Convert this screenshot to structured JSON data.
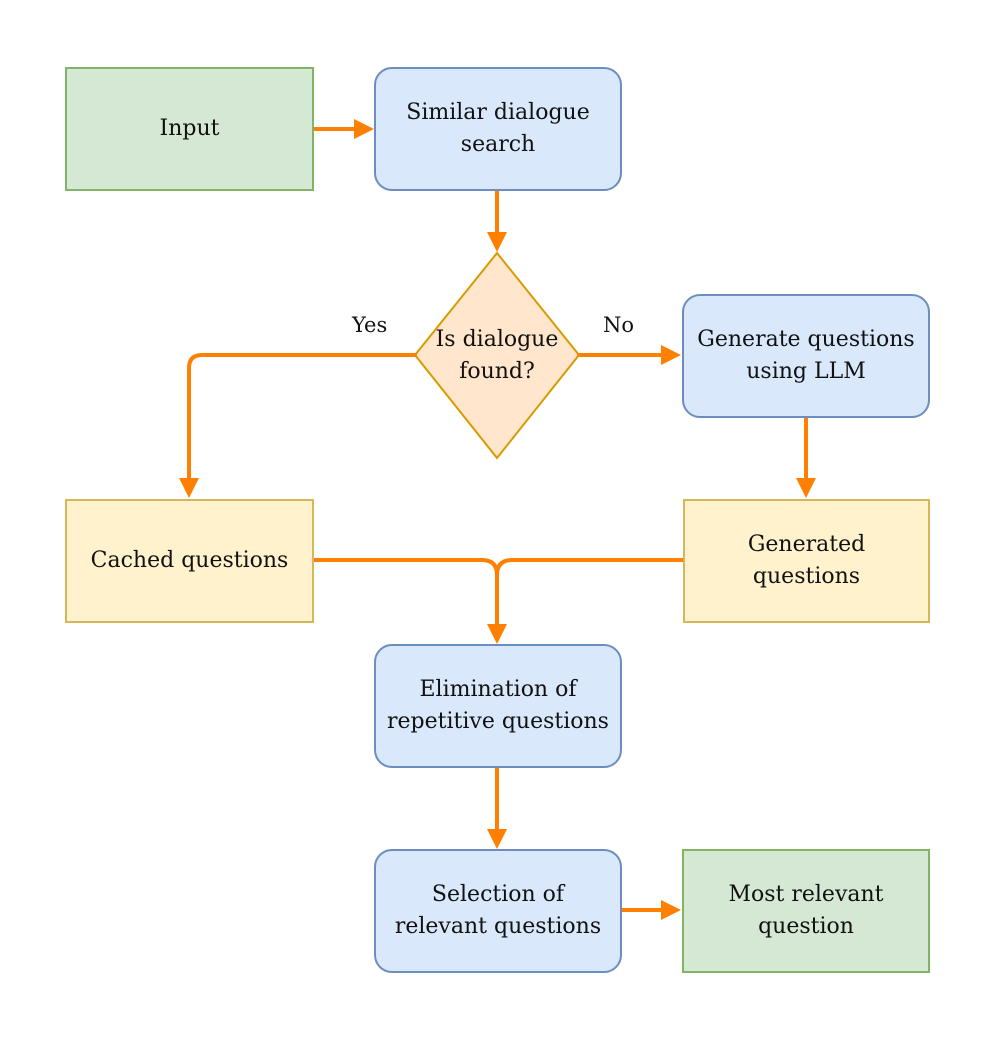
{
  "nodes": {
    "input": "Input",
    "similar_search": "Similar dialogue search",
    "decision": "Is dialogue found?",
    "generate_llm": "Generate questions using LLM",
    "cached": "Cached questions",
    "generated": "Generated questions",
    "elimination": "Elimination of repetitive questions",
    "selection": "Selection of relevant questions",
    "most_relevant": "Most relevant question"
  },
  "edge_labels": {
    "yes": "Yes",
    "no": "No"
  },
  "colors": {
    "arrow": "#ff8000",
    "terminal_fill": "#d5e8d4",
    "terminal_border": "#82b366",
    "process_fill": "#dae8fc",
    "process_border": "#6c8ebf",
    "data_fill": "#fff2cc",
    "data_border": "#d6b656",
    "decision_fill": "#ffe6cc",
    "decision_border": "#d79b00"
  }
}
